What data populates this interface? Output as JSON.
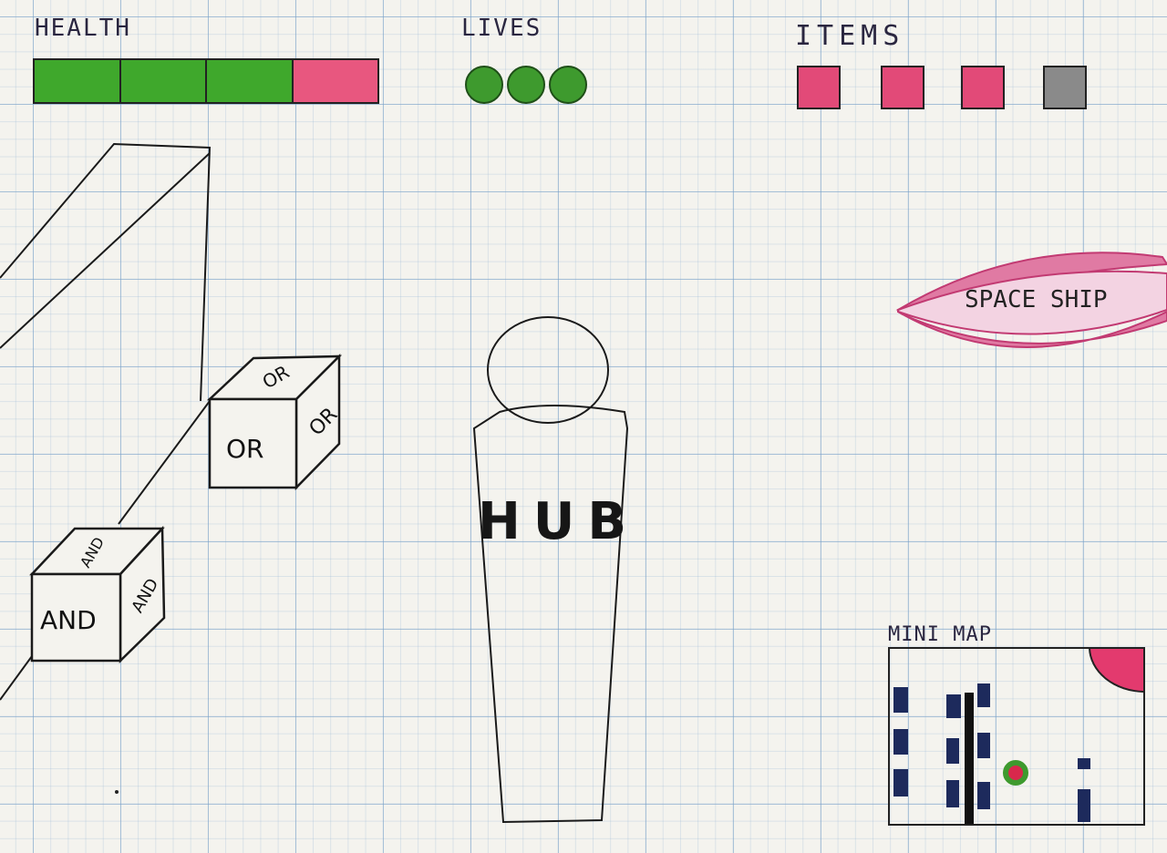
{
  "hud": {
    "health": {
      "label": "HEALTH",
      "segments": [
        "full",
        "full",
        "full",
        "empty"
      ],
      "filled": 3,
      "total": 4,
      "full_color": "#3fa82c",
      "empty_color": "#e8577f"
    },
    "lives": {
      "label": "LIVES",
      "count": 3,
      "color": "#3e9a2e"
    },
    "items": {
      "label": "ITEMS",
      "slots": [
        "collected",
        "collected",
        "collected",
        "empty"
      ],
      "collected_color": "#e24a78",
      "empty_color": "#8a8a8a"
    }
  },
  "world": {
    "cube_or": {
      "front": "OR",
      "side": "OR",
      "top": "OR"
    },
    "cube_and": {
      "front": "AND",
      "side": "AND",
      "top": "AND"
    },
    "hub": {
      "label": "HUB"
    },
    "spaceship": {
      "label": "SPACE SHIP",
      "color": "#e0508a"
    }
  },
  "minimap": {
    "label": "MINI MAP",
    "corner_color": "#e33a6e",
    "player_color": "#3e9a2e",
    "player_core_color": "#d8284c",
    "block_color": "#1d2a5c"
  }
}
